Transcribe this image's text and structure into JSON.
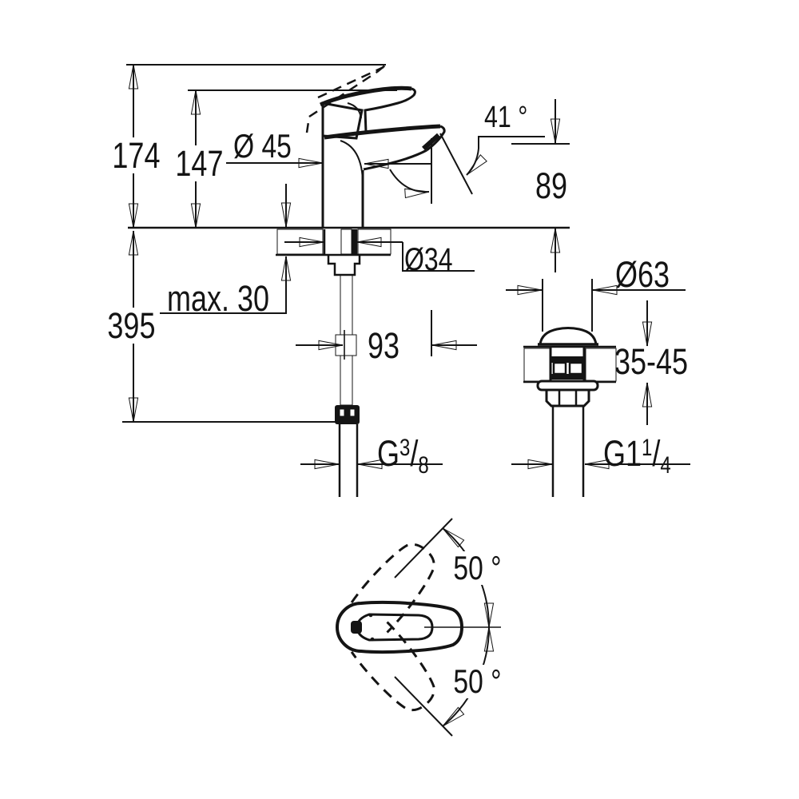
{
  "canvas": {
    "background": "#ffffff",
    "ink": "#141414"
  },
  "drawing": {
    "type": "technical-dimension-drawing",
    "views": {
      "front": {
        "dims": {
          "overall_height": "174",
          "height_to_spout_top": "147",
          "body_diameter": "Ø 45",
          "spout_angle": "41 °",
          "outlet_height": "89",
          "mounting_hole_diameter": "Ø34",
          "max_deck_thickness": "max. 30",
          "hose_length": "395",
          "spout_reach": "93",
          "supply_thread": {
            "base": "G",
            "numerator": "3",
            "slash": "/",
            "denominator": "8"
          }
        }
      },
      "waste": {
        "dims": {
          "cap_diameter": "Ø63",
          "deck_thickness_range": "35-45",
          "waste_thread": {
            "base": "G1",
            "numerator": "1",
            "slash": "/",
            "denominator": "4"
          }
        }
      },
      "top": {
        "dims": {
          "handle_swing_up": "50 °",
          "handle_swing_down": "50 °"
        }
      }
    }
  }
}
